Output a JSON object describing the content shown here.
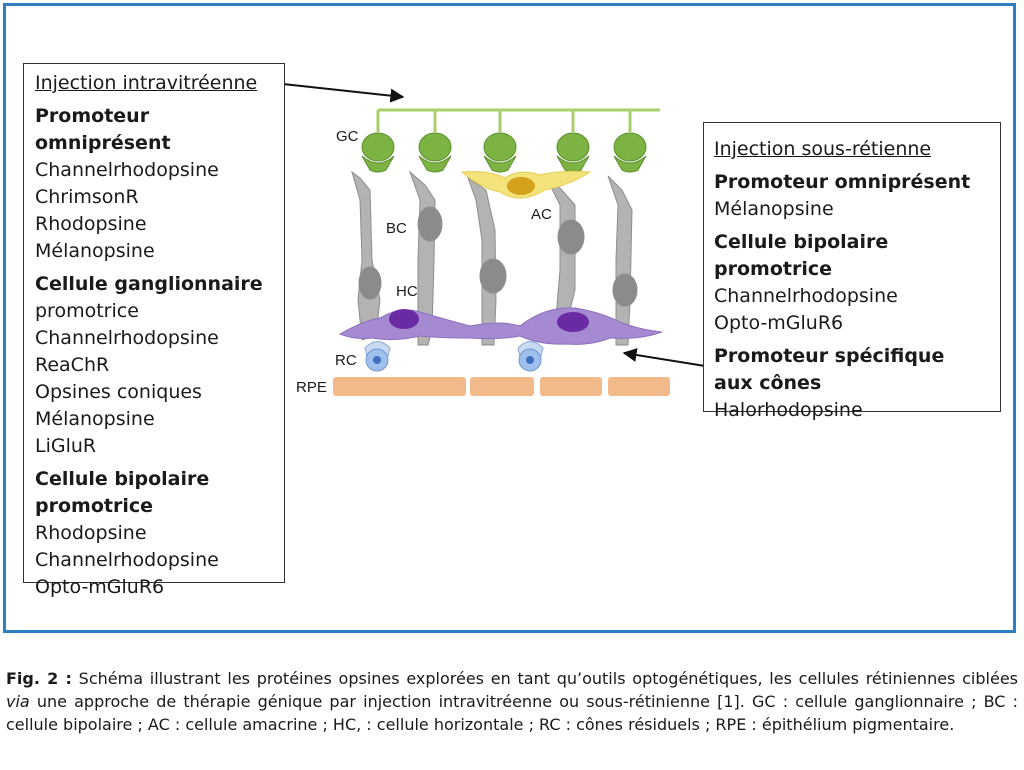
{
  "left_box": {
    "heading": "Injection intravitréenne",
    "sections": [
      {
        "title": "Promoteur omniprésent",
        "items": [
          "Channelrhodopsine",
          "ChrimsonR",
          "Rhodopsine",
          "Mélanopsine"
        ]
      },
      {
        "title": "Cellule ganglionnaire",
        "items": [
          "promotrice",
          "Channelrhodopsine",
          "ReaChR",
          "Opsines coniques",
          "Mélanopsine",
          "LiGluR"
        ]
      },
      {
        "title_line1": "Cellule bipolaire",
        "title_line2": "promotrice",
        "items": [
          "Rhodopsine",
          "Channelrhodopsine",
          "Opto-mGluR6"
        ]
      }
    ]
  },
  "right_box": {
    "heading": "Injection sous-rétienne",
    "sections": [
      {
        "title": "Promoteur omniprésent",
        "items": [
          "Mélanopsine"
        ]
      },
      {
        "title": "Cellule bipolaire promotrice",
        "items": [
          "Channelrhodopsine",
          "Opto-mGluR6"
        ]
      },
      {
        "title_line1": "Promoteur spécifique",
        "title_line2": "aux cônes",
        "items": [
          "Halorhodopsine"
        ]
      }
    ]
  },
  "diagram_labels": {
    "gc": "GC",
    "bc": "BC",
    "ac": "AC",
    "hc": "HC",
    "rc": "RC",
    "rpe": "RPE"
  },
  "colors": {
    "frame": "#2e7fc2",
    "ganglion": "#7cb342",
    "bipolar": "#9e9e9e",
    "amacrine": "#f4e27a",
    "horizontal": "#7b4aa8",
    "cone": "#6fa0dc",
    "rpe": "#f2b98a"
  },
  "caption": {
    "fig_label": "Fig. 2 :",
    "part1": " Schéma illustrant les protéines opsines explorées en tant qu’outils optogénétiques, les cellules rétiniennes ciblées ",
    "via": "via",
    "part2": " une approche de thérapie génique par injection intravitréenne ou sous-rétinienne [1]. GC : cellule ganglionnaire ; BC : cellule bipolaire ; AC : cellule amacrine ; HC, : cellule horizontale ; RC : cônes résiduels ; RPE : épithélium pigmentaire."
  }
}
